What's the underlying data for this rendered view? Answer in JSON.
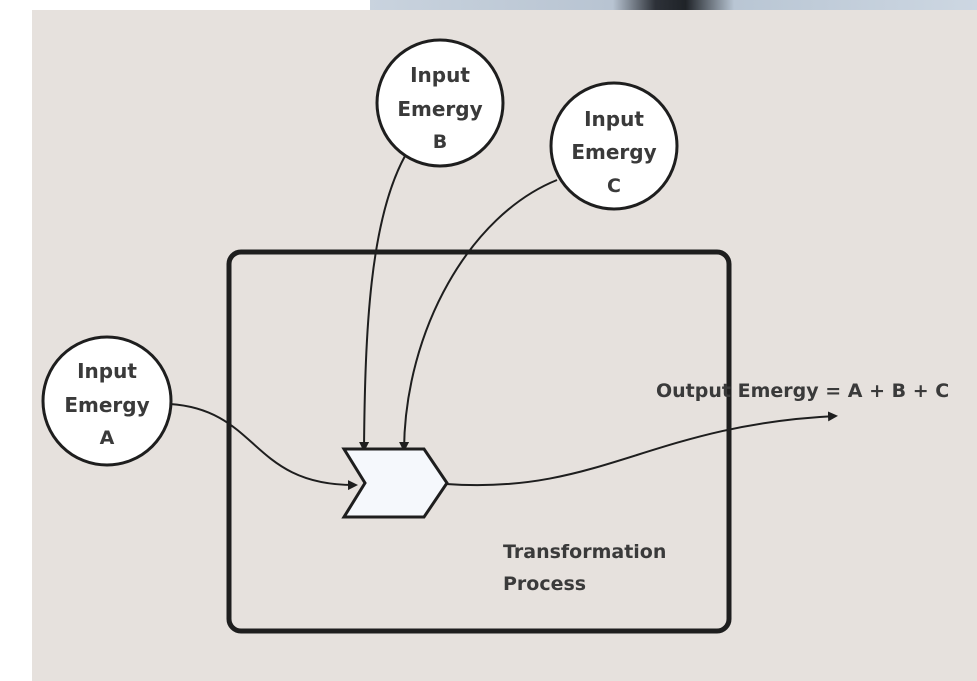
{
  "diagram": {
    "inputs": {
      "a": {
        "line1": "Input",
        "line2": "Emergy",
        "line3": "A"
      },
      "b": {
        "line1": "Input",
        "line2": "Emergy",
        "line3": "B"
      },
      "c": {
        "line1": "Input",
        "line2": "Emergy",
        "line3": "C"
      }
    },
    "output_label": "Output Emergy = A + B + C",
    "process_label": {
      "line1": "Transformation",
      "line2": "Process"
    },
    "colors": {
      "panel_background": "#e6e1dd",
      "stroke": "#1e1e1e",
      "node_fill": "#ffffff",
      "text": "#3a3a3a"
    }
  }
}
